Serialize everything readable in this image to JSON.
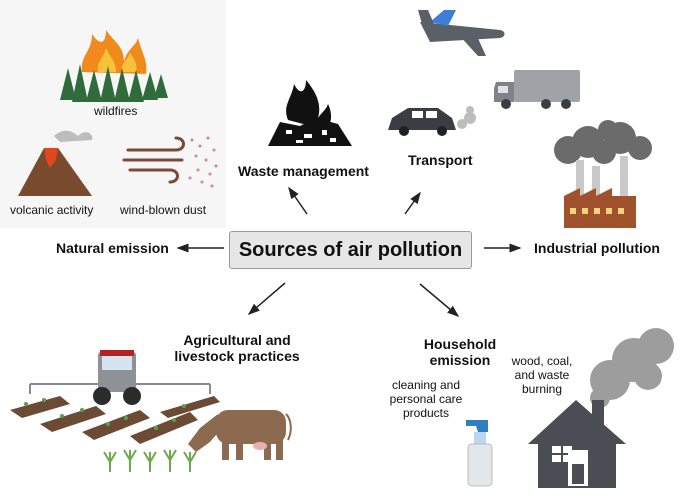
{
  "title": "Sources of air pollution",
  "categories": {
    "natural": "Natural emission",
    "waste": "Waste management",
    "transport": "Transport",
    "industrial": "Industrial pollution",
    "agricultural_line1": "Agricultural and",
    "agricultural_line2": "livestock practices",
    "household_line1": "Household",
    "household_line2": "emission"
  },
  "sublabels": {
    "wildfires": "wildfires",
    "volcanic": "volcanic activity",
    "dust": "wind-blown dust",
    "cleaning_line1": "cleaning and",
    "cleaning_line2": "personal care",
    "cleaning_line3": "products",
    "burning_line1": "wood, coal,",
    "burning_line2": "and waste",
    "burning_line3": "burning"
  },
  "icons": [
    "fire-icon",
    "volcano-icon",
    "wind-icon",
    "waste-fire-icon",
    "airplane-icon",
    "truck-icon",
    "car-icon",
    "factory-icon",
    "tractor-icon",
    "crops-icon",
    "cow-icon",
    "spray-bottle-icon",
    "house-icon",
    "smoke-icon"
  ],
  "colors": {
    "title_box": "#e6e6e6",
    "fire": "#f08a1d",
    "tree": "#2f6b3b",
    "volcano": "#7a4a2f",
    "lava": "#e2461c",
    "wind": "#7b4b3a",
    "plane": "#5a6068",
    "car": "#3a3d44",
    "factory": "#a0522d",
    "smoke": "#6b6b6b",
    "cow": "#8b6a4f",
    "house": "#4a4d53"
  }
}
